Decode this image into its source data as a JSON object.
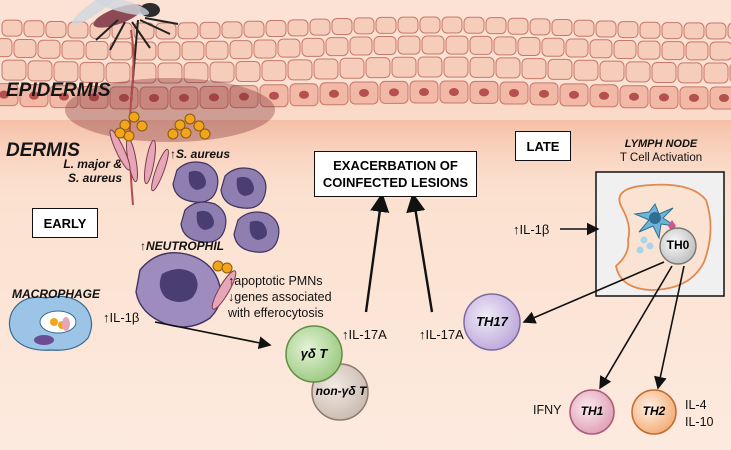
{
  "layers": {
    "epidermis": "EPIDERMIS",
    "dermis": "DERMIS"
  },
  "infection": {
    "coinfection": "L. major &",
    "coinfection_line2": "S. aureus",
    "s_aureus": "↑S. aureus"
  },
  "phases": {
    "early": "EARLY",
    "late": "LATE"
  },
  "outcome": {
    "line1": "EXACERBATION OF",
    "line2": "COINFECTED LESIONS"
  },
  "neutrophil": {
    "label": "↑NEUTROPHIL",
    "effect_1": "↑apoptotic PMNs",
    "effect_2": "↓genes associated",
    "effect_3": "with efferocytosis"
  },
  "macrophage": {
    "label": "MACROPHAGE",
    "cytokine": "↑IL-1β"
  },
  "t_cells": {
    "gamma_delta": "γδ T",
    "non_gamma_delta": "non-γδ T",
    "il17a_left": "↑IL-17A",
    "il17a_right": "↑IL-17A"
  },
  "lymph_node": {
    "title": "LYMPH NODE",
    "subtitle": "T Cell Activation",
    "il1b": "↑IL-1β",
    "th0": "TH0"
  },
  "th_subsets": {
    "th17": "TH17",
    "th1": "TH1",
    "th2": "TH2",
    "ifny": "IFNY",
    "il4": "IL-4",
    "il10": "IL-10"
  },
  "colors": {
    "skin_cell": "#f1b9a6",
    "skin_nucleus": "#b5504f",
    "bacteria": "#f3a51b",
    "immune_purple": "#8f7eb0",
    "lymph_node_outline": "#e4884c",
    "th17": "#c9b8e2",
    "th1": "#eab4c6",
    "th2": "#f3b489",
    "gamma_delta": "#b8dba2"
  }
}
